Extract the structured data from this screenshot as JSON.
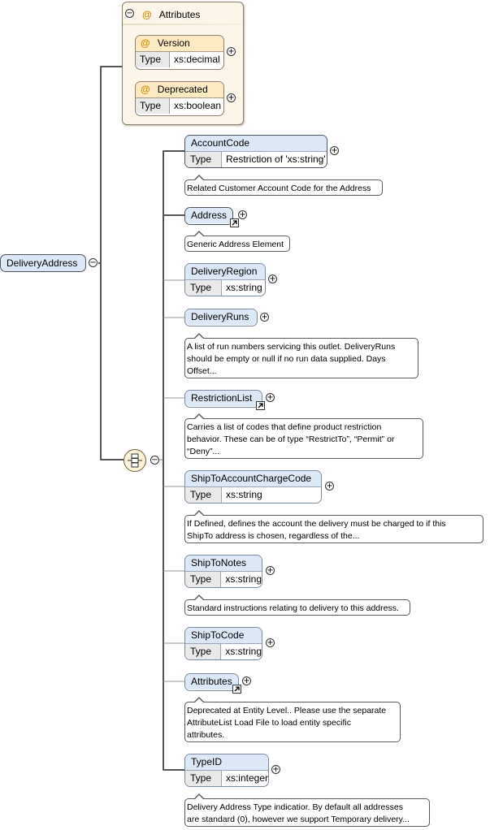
{
  "root": {
    "name": "DeliveryAddress"
  },
  "attributes": {
    "title": "Attributes",
    "items": [
      {
        "name": "Version",
        "type_label": "Type",
        "type": "xs:decimal"
      },
      {
        "name": "Deprecated",
        "type_label": "Type",
        "type": "xs:boolean"
      }
    ]
  },
  "elements": [
    {
      "name": "AccountCode",
      "type_label": "Type",
      "type": "Restriction of 'xs:string'",
      "doc": [
        "Related Customer Account Code for the Address"
      ]
    },
    {
      "name": "Address",
      "doc": [
        "Generic Address Element"
      ]
    },
    {
      "name": "DeliveryRegion",
      "type_label": "Type",
      "type": "xs:string"
    },
    {
      "name": "DeliveryRuns",
      "doc": [
        "A list of run numbers servicing this outlet. DeliveryRuns",
        "should be empty or null if no run data supplied. Days",
        "Offset..."
      ]
    },
    {
      "name": "RestrictionList",
      "doc": [
        "Carries a list of codes that define product restriction",
        "behavior. These can be of type “RestrictTo”, “Permit” or",
        "“Deny”..."
      ]
    },
    {
      "name": "ShipToAccountChargeCode",
      "type_label": "Type",
      "type": "xs:string",
      "doc": [
        "If Defined, defines the account the delivery must be charged to if this",
        "ShipTo address is chosen, regardless of the..."
      ]
    },
    {
      "name": "ShipToNotes",
      "type_label": "Type",
      "type": "xs:string",
      "doc": [
        "Standard instructions relating to delivery to this address."
      ]
    },
    {
      "name": "ShipToCode",
      "type_label": "Type",
      "type": "xs:string"
    },
    {
      "name": "Attributes",
      "doc": [
        "Deprecated at Entity Level.. Please use the separate",
        "AttributeList Load File to load entity specific",
        "attributes."
      ]
    },
    {
      "name": "TypeID",
      "type_label": "Type",
      "type": "xs:integer",
      "doc": [
        "Delivery Address Type indicatior. By default all addresses",
        "are standard (0), however we support Temporary delivery..."
      ]
    }
  ]
}
